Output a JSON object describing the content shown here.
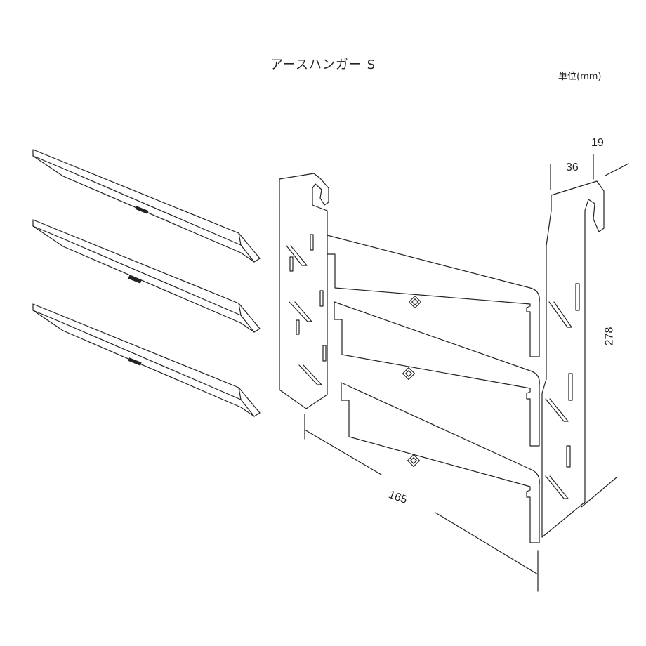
{
  "diagram": {
    "title": "アースハンガー S",
    "unit_label": "単位(mm)",
    "dimensions": {
      "width": "165",
      "depth": "36",
      "thickness": "19",
      "height": "278"
    }
  }
}
